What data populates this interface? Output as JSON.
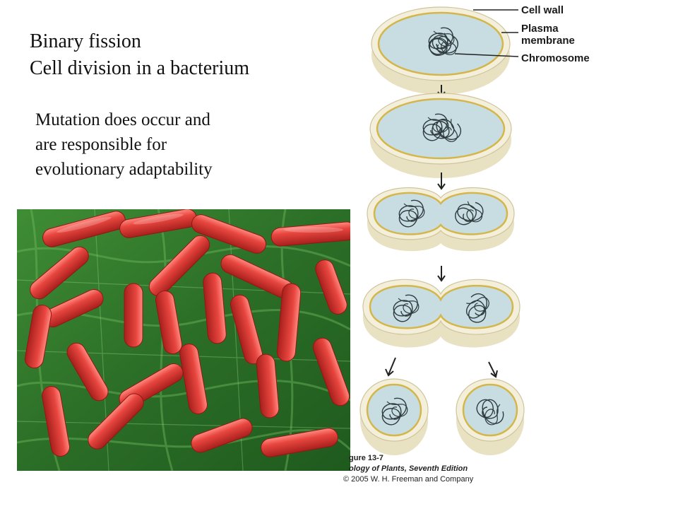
{
  "heading": {
    "line1": "Binary fission",
    "line2": "Cell division in a bacterium"
  },
  "note": {
    "line1": "Mutation does occur and",
    "line2": "are responsible  for",
    "line3": "evolutionary adaptability"
  },
  "diagram": {
    "labels": {
      "cell_wall": "Cell wall",
      "plasma_membrane_line1": "Plasma",
      "plasma_membrane_line2": "membrane",
      "chromosome": "Chromosome"
    },
    "caption": {
      "figure": "gure 13-7",
      "book": "ology of Plants, Seventh Edition",
      "copyright": "© 2005 W. H. Freeman and Company"
    }
  },
  "colors": {
    "cell_wall_fill": "#efe9cf",
    "cell_wall_rim": "#d8cfa6",
    "membrane": "#d4b64a",
    "cytoplasm": "#c7dde1",
    "chromosome": "#2f3b3e",
    "bacteria": "#e0453f",
    "leaf_background": "#2e7a2b"
  },
  "icons": {
    "arrow": "down-arrow-icon",
    "photo": "bacteria-micrograph"
  }
}
